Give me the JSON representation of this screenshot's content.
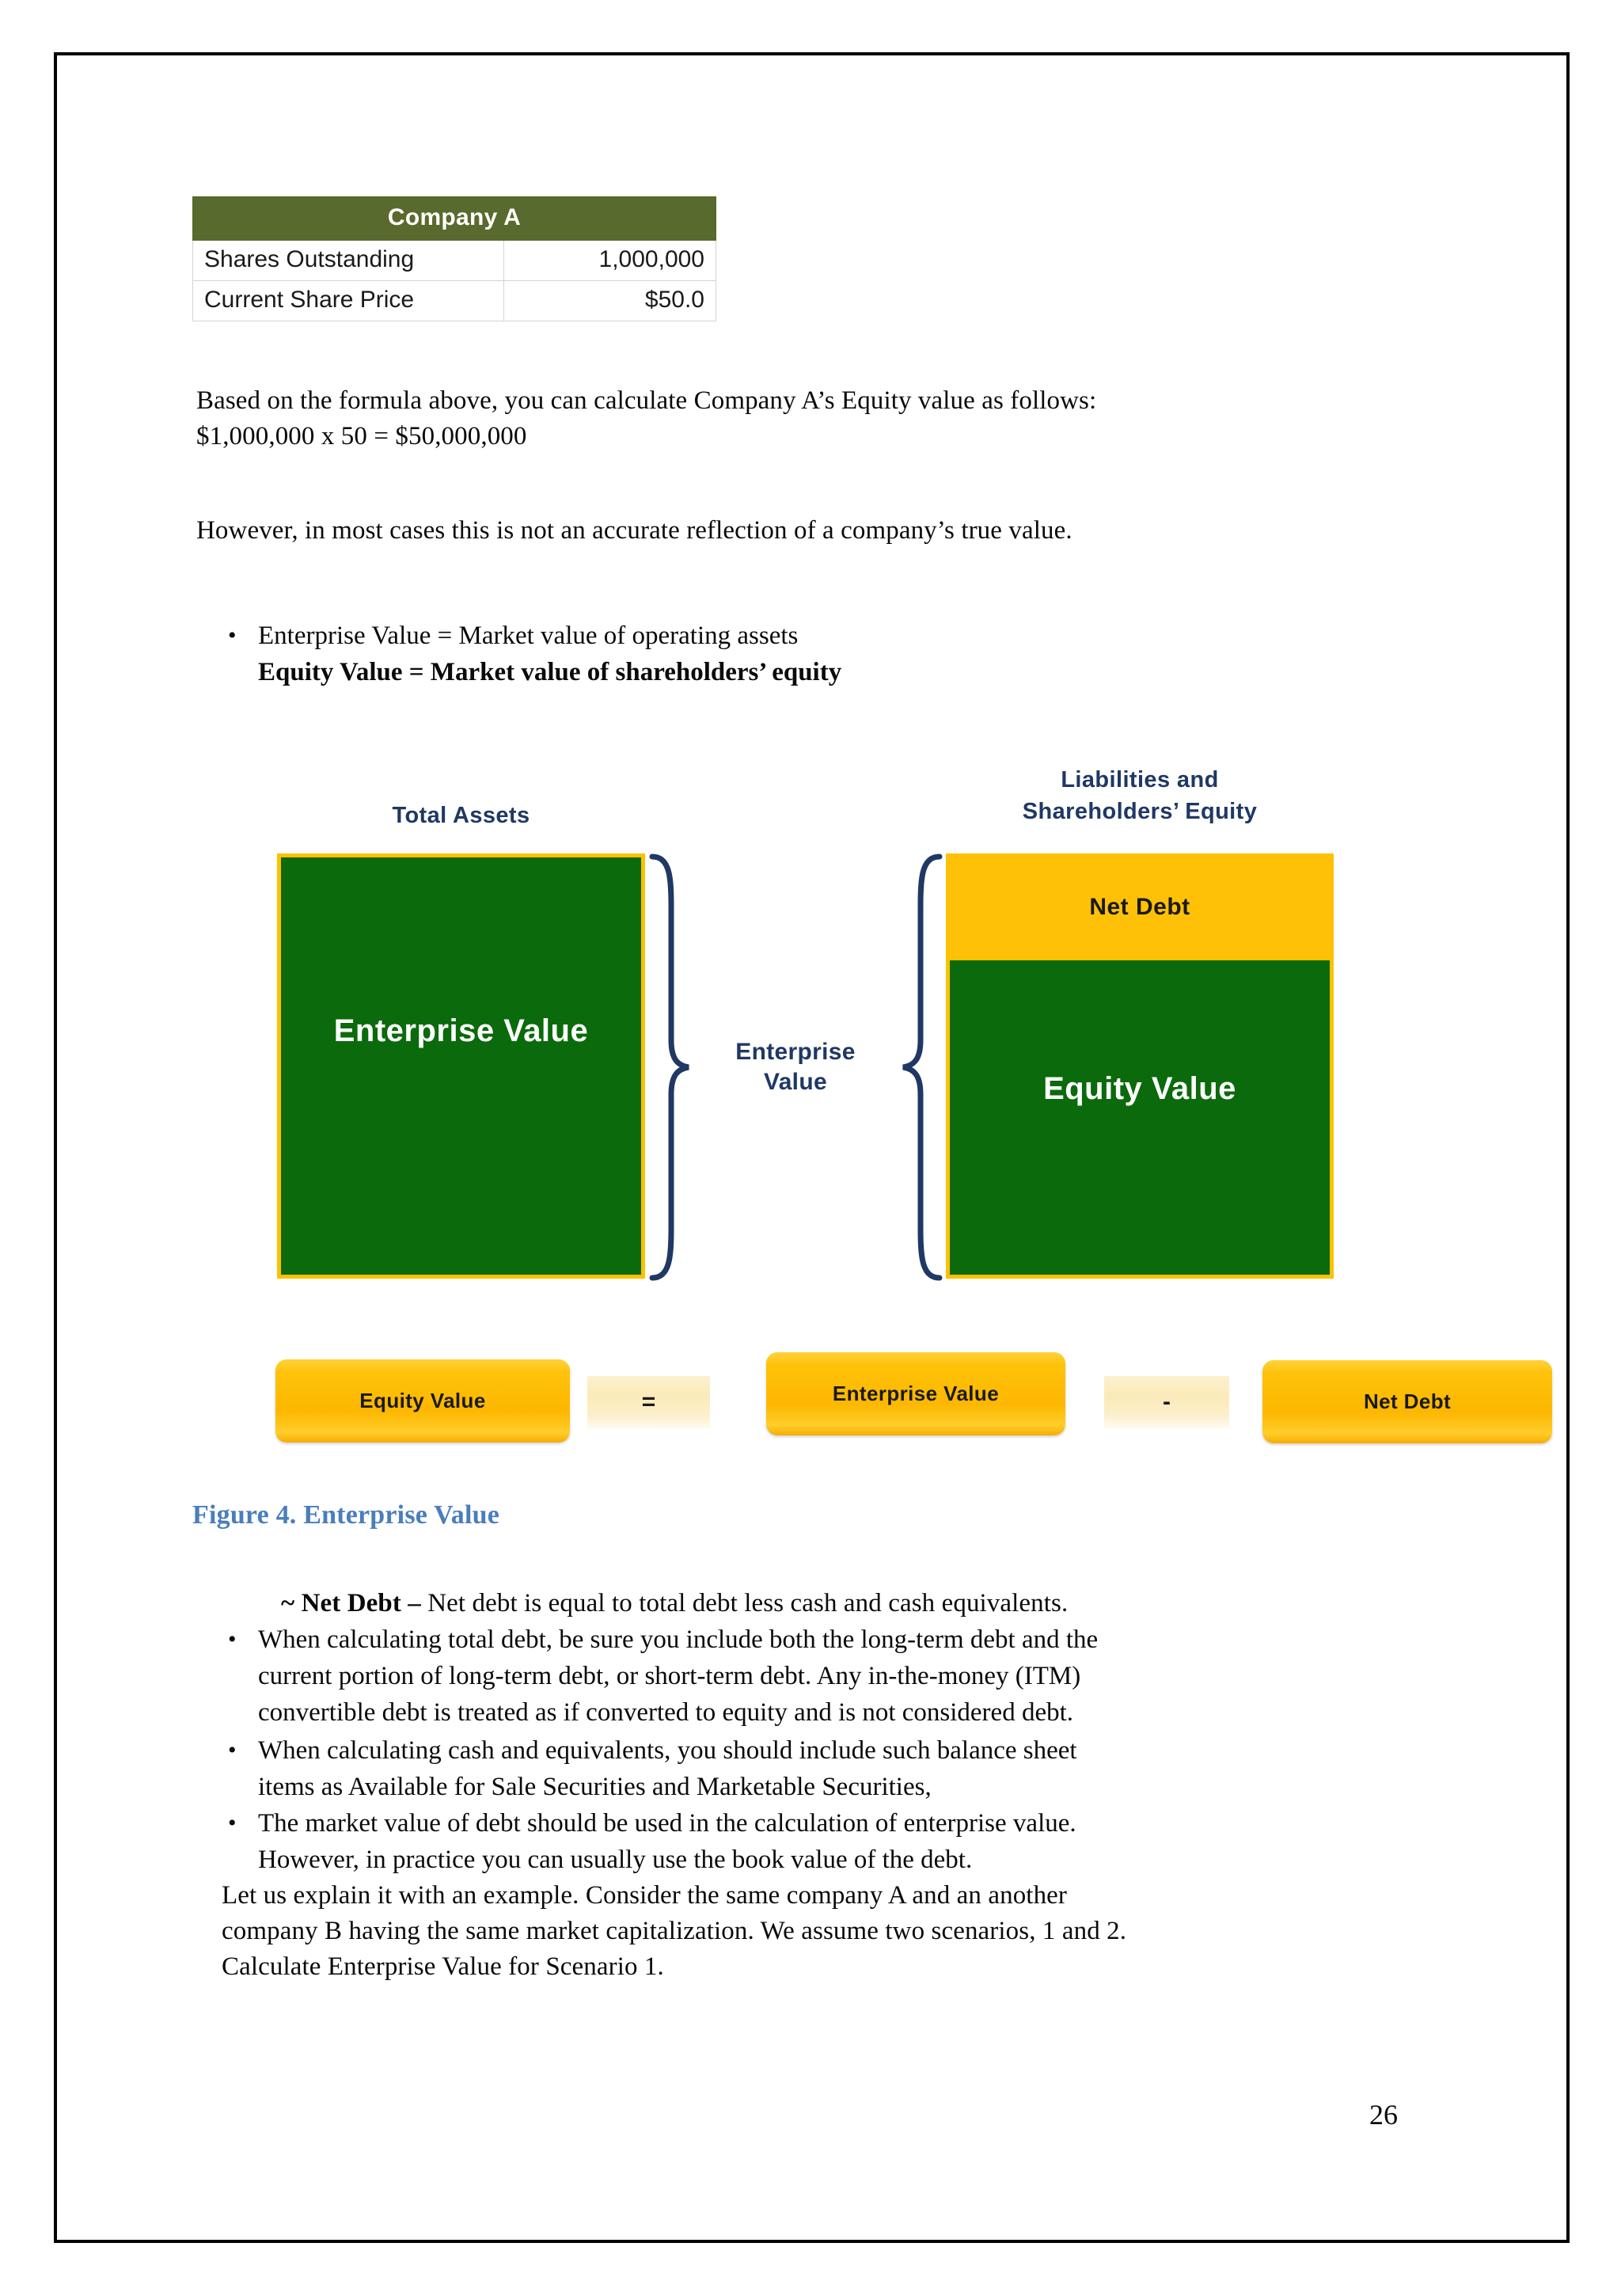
{
  "page": {
    "number": "26"
  },
  "table": {
    "header": "Company A",
    "rows": [
      {
        "label": "Shares Outstanding",
        "value": "1,000,000"
      },
      {
        "label": "Current Share Price",
        "value": "$50.0"
      }
    ],
    "header_color": "#586A2D"
  },
  "body": {
    "para1_line1": "Based on the formula above, you can calculate Company A’s Equity value as follows:",
    "para1_line2": "$1,000,000 x 50 =  $50,000,000",
    "para2": "However, in most cases this is not an accurate reflection of a company’s true value.",
    "bullet_dot": "•",
    "bullet1_line1": "Enterprise Value = Market value of operating assets",
    "bullet1_line2": "Equity Value = Market value of shareholders’ equity"
  },
  "figure": {
    "caption": "Figure 4. Enterprise Value",
    "label_total_assets": "Total Assets",
    "label_liabilities_line1": "Liabilities and",
    "label_liabilities_line2": "Shareholders’ Equity",
    "left_bar_text": "Enterprise Value",
    "brace_label_line1": "Enterprise",
    "brace_label_line2": "Value",
    "right_top_text": "Net Debt",
    "right_bottom_text": "Equity Value",
    "colors": {
      "green": "#0B6A0B",
      "gold": "#FFC107",
      "gold_border": "#FFC000",
      "navy": "#1F3864"
    },
    "equation": {
      "term1": "Equity Value",
      "op1": "=",
      "term2": "Enterprise Value",
      "op2": "-",
      "term3": "Net Debt"
    }
  },
  "notes": {
    "netdebt_prefix": "~ Net Debt – ",
    "netdebt_rest": "Net debt is equal to total debt less cash and cash equivalents.",
    "bullet2_line1": "When calculating total debt, be sure you include both the long-term debt and the",
    "bullet2_line2": "current portion of long-term debt, or short-term debt. Any in-the-money (ITM)",
    "bullet2_line3": "convertible debt is treated as if converted to equity and is not considered debt.",
    "bullet3_line1": "When calculating cash and equivalents, you should include such balance sheet",
    "bullet3_line2": "items as Available for Sale Securities and Marketable Securities,",
    "bullet4_line1": "The market value of debt should be used in the calculation of enterprise value.",
    "bullet4_line2": "However, in practice you can usually use the book value of the debt.",
    "closing_line1": "Let us explain it with  an example. Consider the same company A and an another",
    "closing_line2": "company B having the same market capitalization. We assume two scenarios, 1 and 2.",
    "closing_line3": "Calculate Enterprise Value for Scenario 1."
  }
}
